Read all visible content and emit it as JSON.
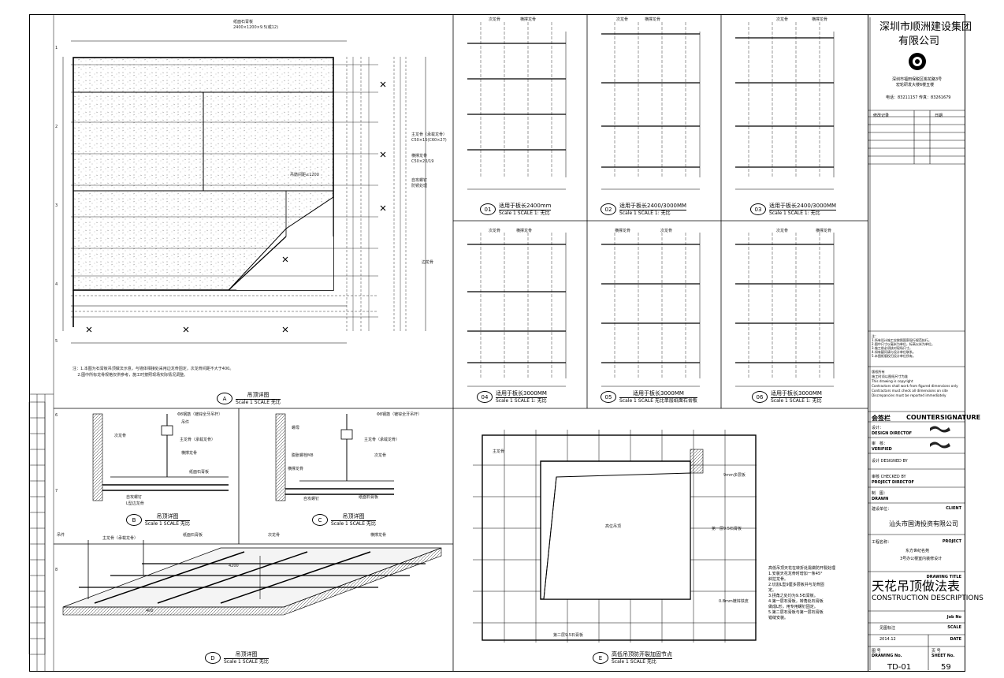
{
  "company": {
    "name_line1": "深圳市顺洲建设集团",
    "name_line2": "有限公司",
    "address_line1": "深圳市福田保税区桃花路3号",
    "address_line2": "宏轮研发大楼6楼五楼",
    "phone": "电话：83211157   传真：83261679"
  },
  "revision_header": {
    "col1": "修改记录",
    "col2": "日期"
  },
  "notes": [
    "注：",
    "1.所有设计施工应按照国家现行规范执行。",
    "2.图中尺寸以毫米为单位，标高以米为单位。",
    "3.施工前必须核对现场尺寸。",
    "4.如有疑问请与设计单位联系。",
    "5.本图纸版权归设计单位所有。"
  ],
  "copyright_block": [
    "版权所有",
    "施工时须以图纸尺寸为准",
    "This drawing is copyright",
    "Contractors shall work from figured dimensions only",
    "Contractors must check all dimensions on site",
    "Discrepancies must be reported immediately"
  ],
  "signature": {
    "header_left": "会签栏",
    "header_right": "COUNTERSIGNATURE",
    "design": "设计：",
    "design_en": "DESIGN  DIRECTOF",
    "verified_cn": "审　核：",
    "verified": "VERIFIED",
    "design2": "设计  DESIGNED BY",
    "check": "审核  CHECKED BY",
    "project_dir": "PROJECT DIRECTOF",
    "drawn_cn": "制　图：",
    "drawn": "DRAWN"
  },
  "client": {
    "label_cn": "建设单位：",
    "label_en": "CLIENT",
    "name": "汕头市国涛投资有限公司"
  },
  "project": {
    "label_cn": "工程名称：",
    "label_en": "PROJECT",
    "line1": "东方世纪名苑",
    "line2": "3号办公楼室内装修设计"
  },
  "drawing_title": {
    "label_en": "DRAWING TITLE",
    "cn": "天花吊顶做法表",
    "en": "CONSTRUCTION DESCRIPTIONS"
  },
  "meta": {
    "job_no": "Job No",
    "scale": "SCALE",
    "scale_value": "见图标注",
    "date": "DATE",
    "date_value": "2014.12"
  },
  "drawing_no": {
    "label": "DRAWING No.",
    "label_cn": "图 号",
    "value": "TD-01"
  },
  "sheet_no": {
    "label": "SHEET No.",
    "label_cn": "页 号",
    "value": "59"
  },
  "details": {
    "A": {
      "id": "A",
      "title": "吊顶详图",
      "scale": "Scale  1  SCALE  无比"
    },
    "B": {
      "id": "B",
      "title": "吊顶详图",
      "scale": "Scale  1  SCALE  无比"
    },
    "C": {
      "id": "C",
      "title": "吊顶详图",
      "scale": "Scale  1  SCALE  无比"
    },
    "D": {
      "id": "D",
      "title": "吊顶详图",
      "scale": "Scale  1  SCALE  无比"
    },
    "E": {
      "id": "E",
      "title": "高低吊顶防开裂加固节点",
      "scale": "Scale  1  SCALE  无比"
    }
  },
  "panels": [
    {
      "id": "01",
      "title": "适用于板长2400mm",
      "scale": "Scale  1  SCALE  1:  无比"
    },
    {
      "id": "02",
      "title": "适用于板长2400/3000MM",
      "scale": "Scale  1  SCALE  1:  无比"
    },
    {
      "id": "03",
      "title": "适用于板长2400/3000MM",
      "scale": "Scale  1  SCALE  1:  无比"
    },
    {
      "id": "04",
      "title": "适用于板长3000MM",
      "scale": "Scale  1  SCALE  1:  无比"
    },
    {
      "id": "05",
      "title": "适用于板长3000MM",
      "scale": "Scale  1  SCALE  无比单层纸面石膏板"
    },
    {
      "id": "06",
      "title": "适用于板长3000MM",
      "scale": "Scale  1  SCALE  1:  无比"
    }
  ],
  "panel_labels": {
    "secondary": "次龙骨",
    "cross": "横撑龙骨"
  },
  "planA": {
    "board_label": "纸面石膏板",
    "board_size": "2400×1200×9.5(或12)",
    "main_keel": "主龙骨（承载龙骨）",
    "main_keel_spec": "C50×15(C60×27)",
    "cross_keel": "横撑龙骨",
    "cross_keel_spec": "C50×20/19",
    "self_tap": "自攻螺钉",
    "anti_rust": "防锈处理",
    "note_line1": "注：1.本图为石膏板吊顶做法示意，与墙体相接处采用边龙骨固定，次龙骨间距不大于400。",
    "note_line2": "    2.图中所标龙骨规格仅供参考，施工时按照现场实际情况调整。",
    "spacing": "吊筋间距≤1200",
    "edge": "边龙骨"
  },
  "detailE_notes": [
    "高低吊顶天花在转折处需做防开裂处理",
    "1.安装天花龙骨时增加一条45°",
    "斜拉龙骨。",
    "2.切割L型9厘多层板并与龙骨固",
    "定。",
    "3.拐角之处均为9.5石膏板。",
    "4.第一层石膏板，转角处石膏板",
    "做成L形，用专用螺钉固定。",
    "5.第二层石膏板与第一层石膏板",
    "错缝安装。"
  ],
  "detailE_labels": {
    "center": "高位吊顶",
    "ply": "9mm多层板",
    "first_layer": "第一层9.5石膏板",
    "second_layer": "第二层9.5石膏板",
    "main": "主龙骨",
    "steel": "0.8mm镀锌铁皮"
  },
  "detailBC_labels": {
    "rod": "Φ8钢筋（镀锌全牙吊杆）",
    "hanger": "吊件",
    "main": "主龙骨（承载龙骨）",
    "secondary": "次龙骨",
    "cross": "横撑龙骨",
    "board": "纸面石膏板",
    "angle": "L型边龙骨",
    "screw": "自攻螺钉",
    "nut": "螺母",
    "bolt": "膨胀螺栓M8"
  },
  "detailD_labels": {
    "hanger": "吊件",
    "main": "主龙骨（承载龙骨）",
    "board": "纸面石膏板",
    "secondary": "次龙骨",
    "cross": "横撑龙骨",
    "dim_4200": "4200",
    "dim_400": "400"
  },
  "border_numbers": [
    "1",
    "2",
    "3",
    "4",
    "5",
    "6",
    "7",
    "8"
  ]
}
